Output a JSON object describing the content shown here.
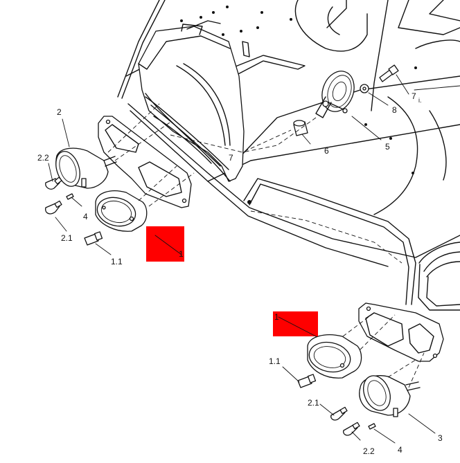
{
  "diagram": {
    "labels": {
      "part_2": "2",
      "part_2_2_left": "2.2",
      "part_4_left": "4",
      "part_2_1_left": "2.1",
      "part_1_1_left": "1.1",
      "part_1_left": "1",
      "part_6": "6",
      "part_5": "5",
      "part_8": "8",
      "part_7": "7",
      "part_7_note": "i.",
      "part_7_frame": "7",
      "part_1_right": "1",
      "part_1_1_right": "1.1",
      "part_2_1_right": "2.1",
      "part_2_2_right": "2.2",
      "part_4_right": "4",
      "part_3": "3"
    },
    "highlight_color": "#ff0000",
    "line_color": "#111111"
  }
}
